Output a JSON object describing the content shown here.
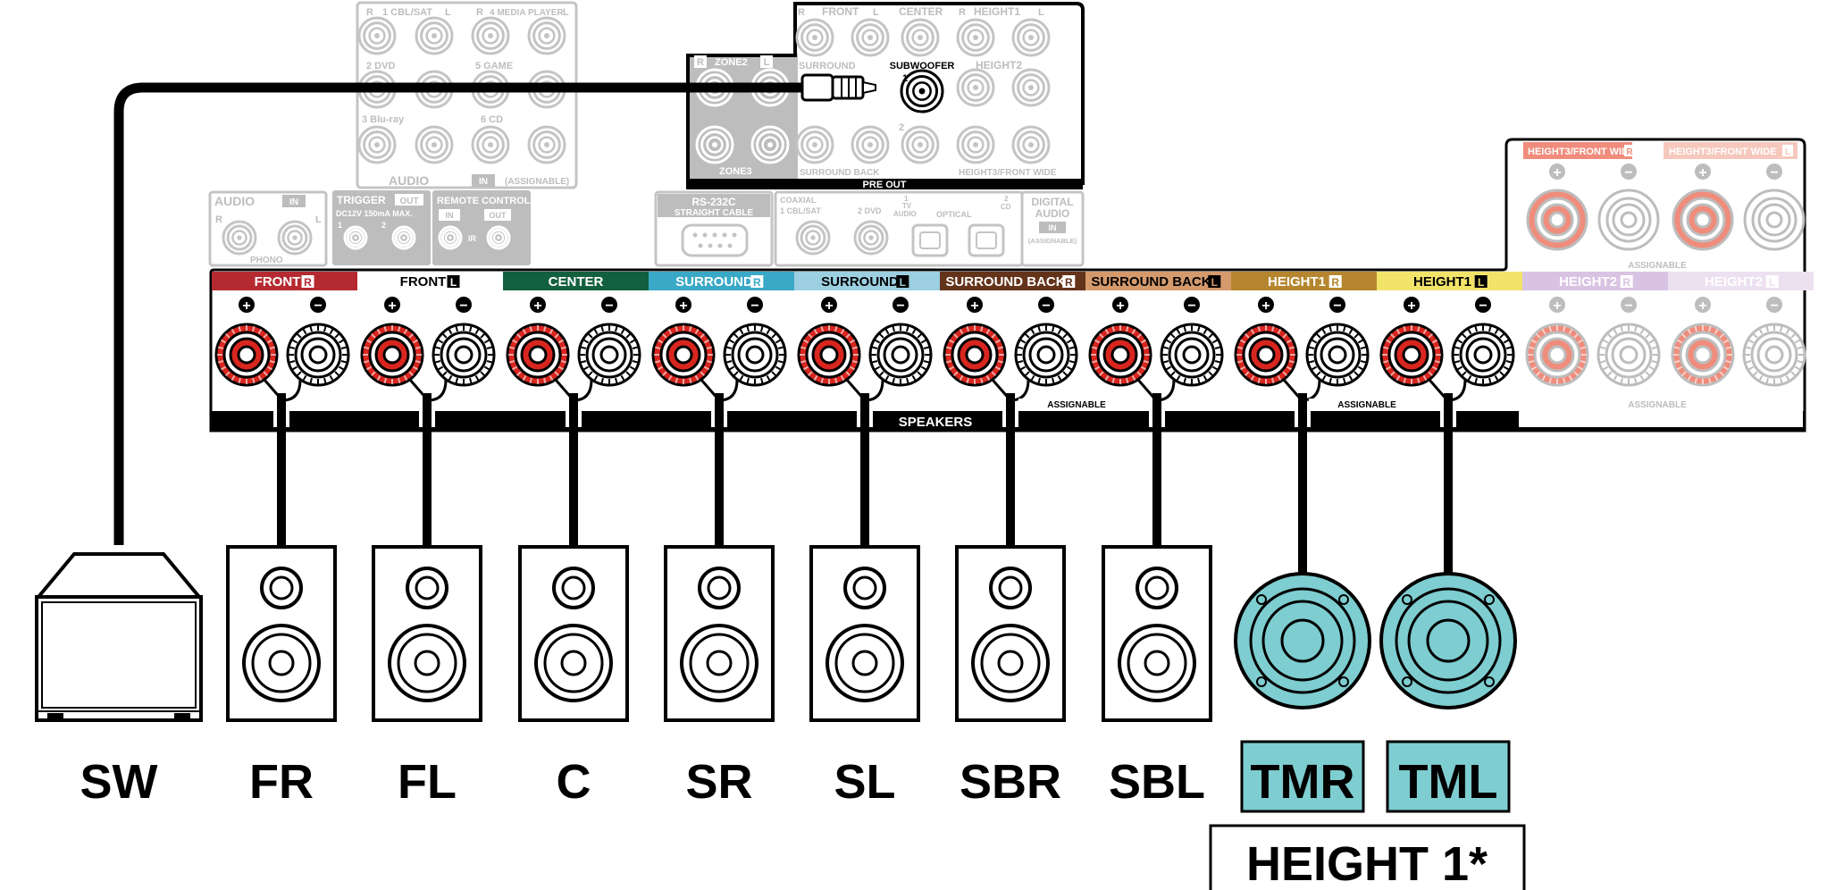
{
  "receiver": {
    "top_panel": {
      "labels": [
        "R",
        "1 CBL/SAT",
        "L",
        "R",
        "4 MEDIA PLAYER",
        "L",
        "2 DVD",
        "5 GAME",
        "3 Blu-ray",
        "6 CD",
        "AUDIO",
        "IN",
        "(ASSIGNABLE)"
      ]
    },
    "pre_out": {
      "labels": [
        "R",
        "FRONT",
        "L",
        "CENTER",
        "R",
        "HEIGHT1",
        "L",
        "SURROUND",
        "SUBWOOFER",
        "1",
        "2",
        "HEIGHT2",
        "R",
        "ZONE2",
        "L",
        "ZONE3",
        "SURROUND BACK",
        "HEIGHT3/FRONT WIDE"
      ],
      "title": "PRE OUT"
    },
    "audio_in": {
      "title": "AUDIO",
      "in": "IN",
      "r": "R",
      "l": "L",
      "phono": "PHONO"
    },
    "trigger": {
      "title": "TRIGGER",
      "out": "OUT",
      "spec": "DC12V 150mA MAX.",
      "n1": "1",
      "n2": "2"
    },
    "remote": {
      "title": "REMOTE CONTROL",
      "in": "IN",
      "out": "OUT",
      "ir": "IR"
    },
    "rs232": {
      "title": "RS-232C",
      "sub": "STRAIGHT CABLE"
    },
    "digital": {
      "coaxial": "COAXIAL",
      "coax_in": "1 CBL/SAT",
      "dvd": "2 DVD",
      "tv_n": "1",
      "tv": "TV",
      "tv_audio": "AUDIO",
      "optical": "OPTICAL",
      "cd_n": "2",
      "cd": "CD",
      "title_1": "DIGITAL",
      "title_2": "AUDIO",
      "in": "IN",
      "assignable": "(ASSIGNABLE)"
    },
    "height3": {
      "left_label": "HEIGHT3/FRONT WIDE",
      "left_side": "R",
      "right_label": "HEIGHT3/FRONT WIDE",
      "right_side": "L",
      "assignable": "ASSIGNABLE"
    },
    "speaker_channels": [
      {
        "name": "FRONT",
        "side": "R",
        "color": "#b52a31",
        "text_color": "#ffffff"
      },
      {
        "name": "FRONT",
        "side": "L",
        "color": "#ffffff",
        "text_color": "#000000"
      },
      {
        "name": "CENTER",
        "side": "",
        "color": "#13603e",
        "text_color": "#ffffff"
      },
      {
        "name": "SURROUND",
        "side": "R",
        "color": "#3aa8c7",
        "text_color": "#ffffff"
      },
      {
        "name": "SURROUND",
        "side": "L",
        "color": "#9ccfe0",
        "text_color": "#000000"
      },
      {
        "name": "SURROUND BACK",
        "side": "R",
        "color": "#63331a",
        "text_color": "#ffffff"
      },
      {
        "name": "SURROUND BACK",
        "side": "L",
        "color": "#d59a6c",
        "text_color": "#000000"
      },
      {
        "name": "HEIGHT1",
        "side": "R",
        "color": "#b5862f",
        "text_color": "#ffffff"
      },
      {
        "name": "HEIGHT1",
        "side": "L",
        "color": "#f2e46a",
        "text_color": "#000000"
      },
      {
        "name": "HEIGHT2",
        "side": "R",
        "color": "#d9c3e3",
        "text_color": "#ffffff"
      },
      {
        "name": "HEIGHT2",
        "side": "L",
        "color": "#ece1f0",
        "text_color": "#ffffff"
      }
    ],
    "terminal_signs": {
      "plus": "+",
      "minus": "−"
    },
    "speakers_label": "SPEAKERS",
    "assignable_1": "ASSIGNABLE",
    "assignable_2": "ASSIGNABLE",
    "assignable_3": "ASSIGNABLE"
  },
  "speaker_units": [
    {
      "label": "SW",
      "kind": "subwoofer",
      "highlight": false
    },
    {
      "label": "FR",
      "kind": "bookshelf",
      "highlight": false
    },
    {
      "label": "FL",
      "kind": "bookshelf",
      "highlight": false
    },
    {
      "label": "C",
      "kind": "bookshelf",
      "highlight": false
    },
    {
      "label": "SR",
      "kind": "bookshelf",
      "highlight": false
    },
    {
      "label": "SL",
      "kind": "bookshelf",
      "highlight": false
    },
    {
      "label": "SBR",
      "kind": "bookshelf",
      "highlight": false
    },
    {
      "label": "SBL",
      "kind": "bookshelf",
      "highlight": false
    },
    {
      "label": "TMR",
      "kind": "ceiling",
      "highlight": true
    },
    {
      "label": "TML",
      "kind": "ceiling",
      "highlight": true
    }
  ],
  "group_label": "HEIGHT 1*",
  "colors": {
    "terminal_red": "#d8261f",
    "ceiling_teal": "#7ecdd0",
    "disabled_gray": "#bdbdbd",
    "disabled_red": "#f08c7c"
  }
}
